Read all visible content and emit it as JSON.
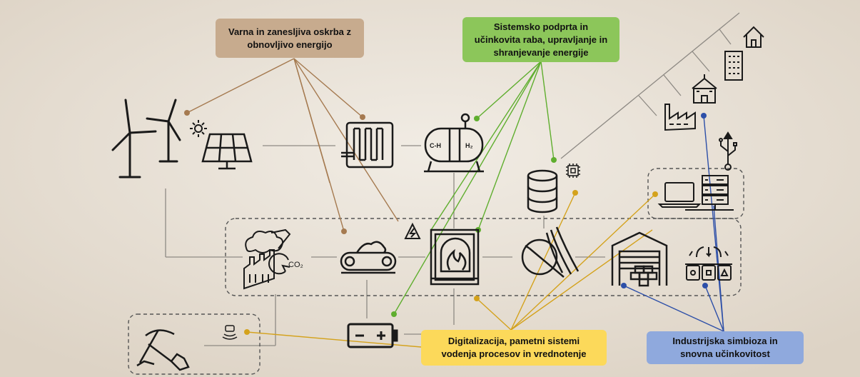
{
  "labels": {
    "supply": "Varna in zanesljiva oskrba z\nobnovljivo energijo",
    "system": "Sistemsko podprta in\nučinkovita raba, upravljanje in\nshranjevanje energije",
    "digital": "Digitalizacija, pametni sistemi\nvodenja procesov in vrednotenje",
    "symbiosis": "Industrijska simbioza in\nsnovna učinkovitost"
  },
  "tank_text": {
    "left": "C-H",
    "right": "H₂"
  },
  "co2_text": "CO₂",
  "colors": {
    "supply": "#a57a50",
    "system": "#5fae2e",
    "digital": "#d4a21c",
    "symbiosis": "#2d4fa8",
    "icon": "#1a1a1a",
    "connector": "#8e8a84",
    "background": "#eae3d9"
  },
  "icons": [
    "wind-turbine-icon",
    "solar-panel-icon",
    "sun-icon",
    "electrolyzer-icon",
    "hydrogen-tank-icon",
    "database-icon",
    "microchip-icon",
    "house-icon",
    "apartment-icon",
    "school-icon",
    "factory-icon",
    "usb-icon",
    "laptop-icon",
    "server-icon",
    "industrial-plant-co2-icon",
    "conveyor-icon",
    "warning-electric-icon",
    "furnace-icon",
    "grinder-icon",
    "warehouse-icon",
    "recycling-bins-icon",
    "mining-icon",
    "sensor-icon",
    "battery-icon"
  ]
}
